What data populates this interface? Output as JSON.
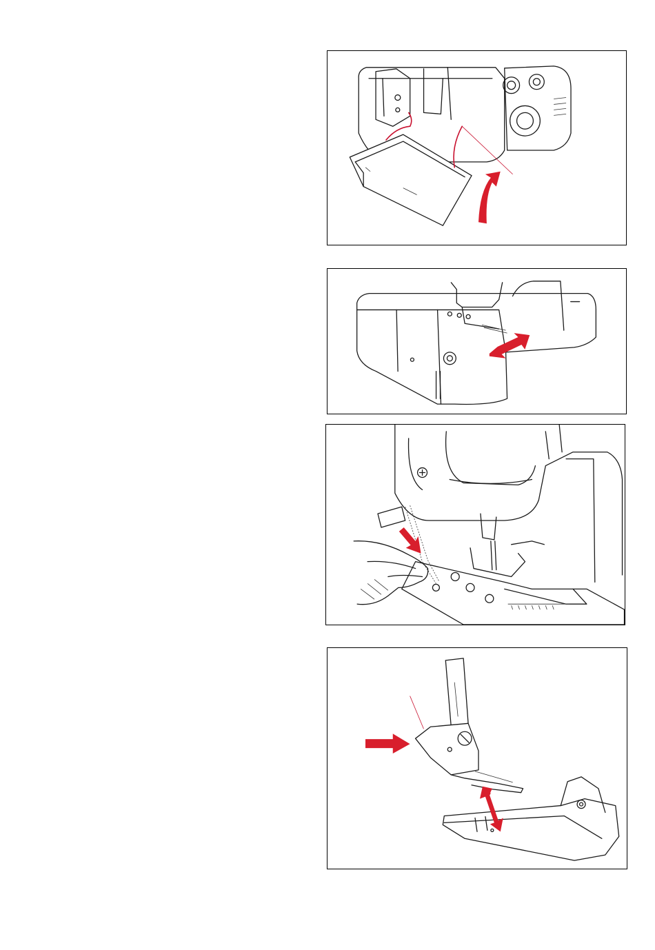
{
  "figures": [
    {
      "id": "fig-1",
      "subject": "waste-tray-attached-to-machine",
      "accent": "#d81e2c"
    },
    {
      "id": "fig-2",
      "subject": "stitch-width-dial-adjustment",
      "accent": "#d81e2c"
    },
    {
      "id": "fig-3",
      "subject": "pulling-thread-chain-under-foot",
      "accent": "#d81e2c"
    },
    {
      "id": "fig-4",
      "subject": "presser-foot-release-lever",
      "accent": "#d81e2c"
    }
  ]
}
